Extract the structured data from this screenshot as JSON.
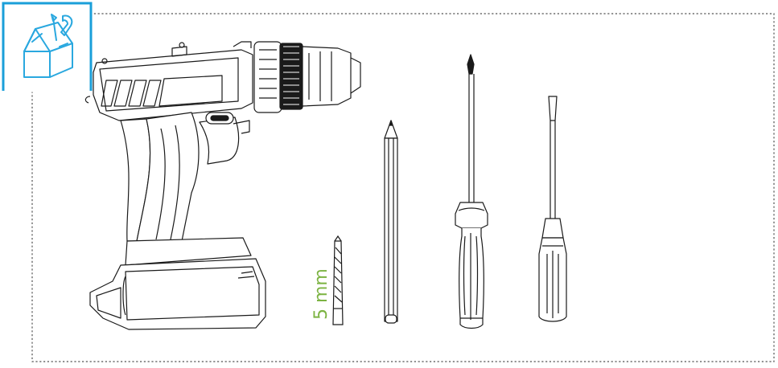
{
  "tools_required": {
    "icon": "toolbox-icon",
    "drill_bit_size_label": "5 mm",
    "items": [
      "cordless-drill",
      "drill-bit",
      "pencil",
      "phillips-screwdriver",
      "flathead-screwdriver"
    ]
  },
  "colors": {
    "frame": "#1a9fd9",
    "icon": "#2aa8df",
    "label": "#7cb342",
    "line": "#1a1a1a",
    "dotted_border": "#555555"
  }
}
